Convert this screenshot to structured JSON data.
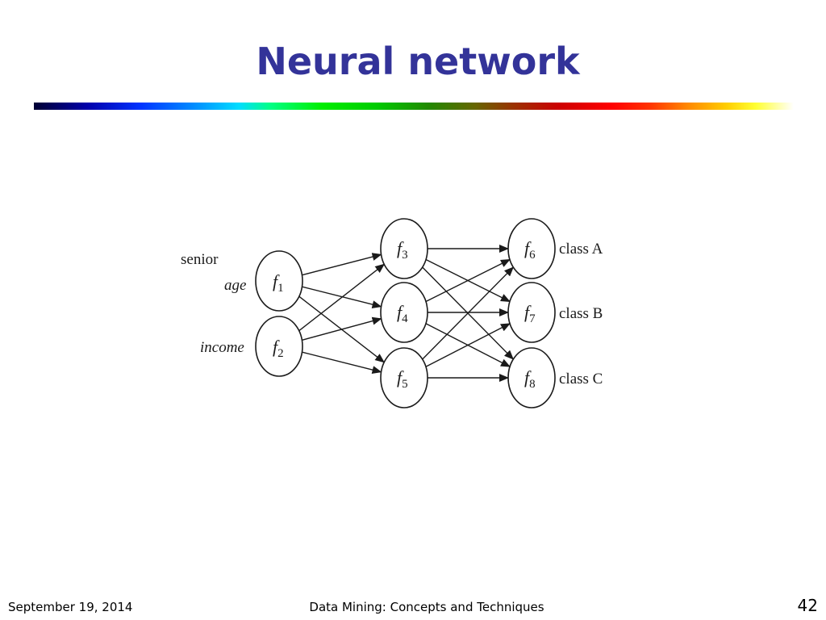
{
  "slide": {
    "title": "Neural network",
    "footer_date": "September 19, 2014",
    "footer_course": "Data Mining: Concepts and Techniques",
    "page_number": "42"
  },
  "diagram": {
    "input_labels": {
      "senior": "senior",
      "age": "age",
      "income": "income"
    },
    "nodes": {
      "f1": {
        "name": "f",
        "sub": "1"
      },
      "f2": {
        "name": "f",
        "sub": "2"
      },
      "f3": {
        "name": "f",
        "sub": "3"
      },
      "f4": {
        "name": "f",
        "sub": "4"
      },
      "f5": {
        "name": "f",
        "sub": "5"
      },
      "f6": {
        "name": "f",
        "sub": "6"
      },
      "f7": {
        "name": "f",
        "sub": "7"
      },
      "f8": {
        "name": "f",
        "sub": "8"
      }
    },
    "output_labels": {
      "f6": "class A",
      "f7": "class B",
      "f8": "class C"
    },
    "edges": [
      [
        "f1",
        "f3"
      ],
      [
        "f1",
        "f4"
      ],
      [
        "f1",
        "f5"
      ],
      [
        "f2",
        "f3"
      ],
      [
        "f2",
        "f4"
      ],
      [
        "f2",
        "f5"
      ],
      [
        "f3",
        "f6"
      ],
      [
        "f3",
        "f7"
      ],
      [
        "f3",
        "f8"
      ],
      [
        "f4",
        "f6"
      ],
      [
        "f4",
        "f7"
      ],
      [
        "f4",
        "f8"
      ],
      [
        "f5",
        "f6"
      ],
      [
        "f5",
        "f7"
      ],
      [
        "f5",
        "f8"
      ]
    ]
  }
}
